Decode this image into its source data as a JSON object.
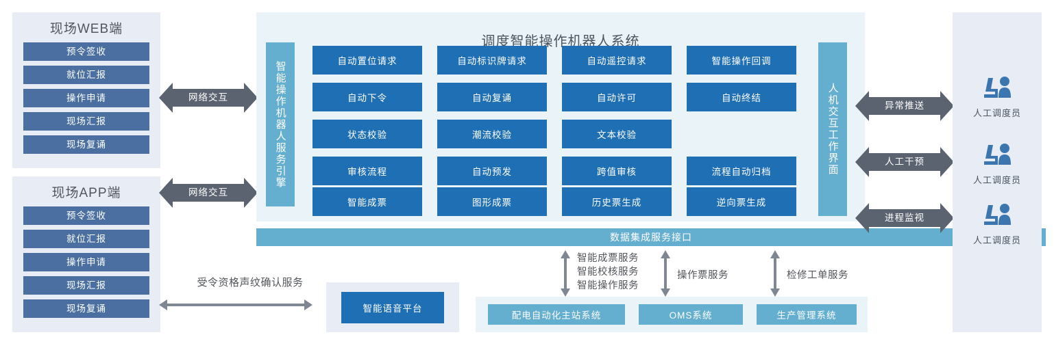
{
  "left_clients": [
    {
      "title": "现场WEB端",
      "items": [
        "预令签收",
        "就位汇报",
        "操作申请",
        "现场汇报",
        "现场复诵"
      ]
    },
    {
      "title": "现场APP端",
      "items": [
        "预令签收",
        "就位汇报",
        "操作申请",
        "现场汇报",
        "现场复诵"
      ]
    }
  ],
  "network_arrows": [
    {
      "label": "网络交互"
    },
    {
      "label": "网络交互"
    }
  ],
  "system": {
    "title": "调度智能操作机器人系统",
    "engine_label": "智能操作机器人服务引擎",
    "interface_label": "人机交互工作界面",
    "grid_rows": [
      [
        "自动置位请求",
        "自动标识牌请求",
        "自动遥控请求",
        "智能操作回调"
      ],
      [
        "自动下令",
        "自动复诵",
        "自动许可",
        "自动终结"
      ],
      [
        "状态校验",
        "潮流校验",
        "文本校验",
        ""
      ],
      [
        "审核流程",
        "自动预发",
        "跨值审核",
        "流程自动归档"
      ],
      [
        "智能成票",
        "图形成票",
        "历史票生成",
        "逆向票生成"
      ]
    ]
  },
  "data_bar": {
    "label": "数据集成服务接口"
  },
  "operator_arrows": [
    {
      "label": "异常推送"
    },
    {
      "label": "人工干预"
    },
    {
      "label": "进程监视"
    }
  ],
  "operators": [
    {
      "icon": "operator-icon",
      "caption": "人工调度员"
    },
    {
      "icon": "operator-icon",
      "caption": "人工调度员"
    },
    {
      "icon": "operator-icon",
      "caption": "人工调度员"
    }
  ],
  "voice": {
    "arrow_label": "受令资格声纹确认服务",
    "platform_label": "智能语音平台"
  },
  "service_links": [
    {
      "label": "智能成票服务\n智能校核服务\n智能操作服务",
      "lines": [
        "智能成票服务",
        "智能校核服务",
        "智能操作服务"
      ]
    },
    {
      "label": "操作票服务",
      "lines": [
        "操作票服务"
      ]
    },
    {
      "label": "检修工单服务",
      "lines": [
        "检修工单服务"
      ]
    }
  ],
  "bottom_systems": [
    "配电自动化主站系统",
    "OMS系统",
    "生产管理系统"
  ],
  "colors": {
    "client_button": "#4A6FA0",
    "client_panel": "#E8ECF5",
    "system_panel": "#EAF3F7",
    "card_blue": "#1F6FB5",
    "teal": "#64AECF",
    "arrow_grey": "#5B6270",
    "thin_arrow_grey": "#7f8792",
    "text": "#53565c"
  }
}
